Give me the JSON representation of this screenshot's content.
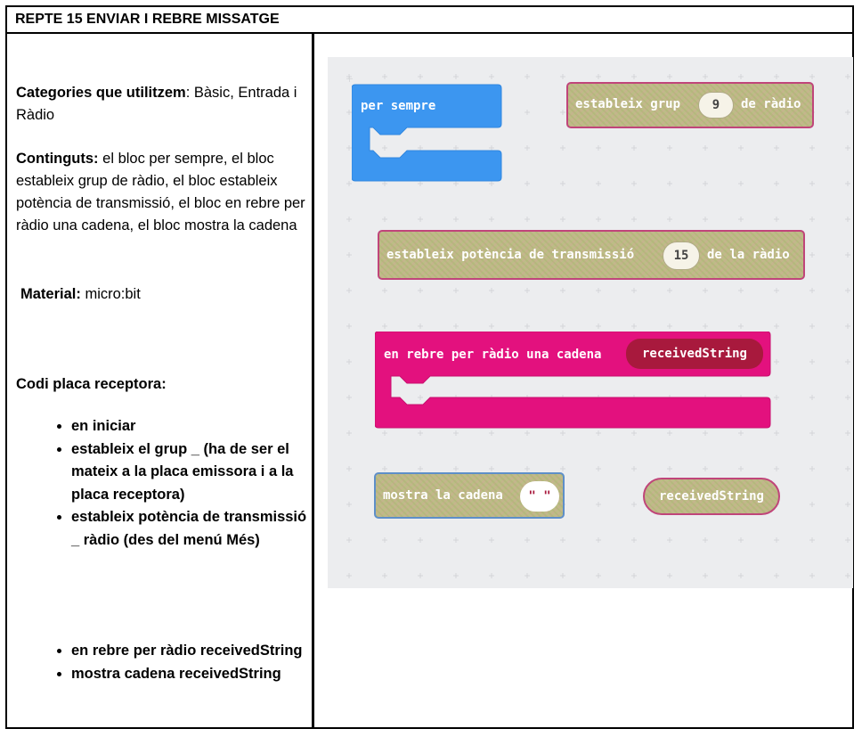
{
  "title": "REPTE 15 ENVIAR I REBRE MISSATGE",
  "left": {
    "categories_label": "Categories que utilitzem",
    "categories_text": ": Bàsic, Entrada i Ràdio",
    "contents_label": "Continguts:",
    "contents_text": "  el bloc per sempre, el bloc estableix grup de ràdio, el bloc estableix potència de transmissió, el bloc en rebre per ràdio una cadena, el bloc mostra la cadena",
    "material_label": "Material:",
    "material_text": " micro:bit",
    "code_heading": "Codi placa receptora:",
    "steps_1": [
      "en iniciar",
      "estableix el grup _ (ha de ser el mateix a la placa emissora i a la placa receptora)",
      "estableix potència de transmissió _ ràdio (des del menú Més)"
    ],
    "steps_2": [
      "en rebre per ràdio receivedString",
      "mostra cadena receivedString"
    ]
  },
  "blocks": {
    "forever": {
      "label": "per sempre",
      "color": "#3c96f0"
    },
    "set_group": {
      "label": "estableix grup",
      "value": "9",
      "suffix": "de ràdio"
    },
    "set_power": {
      "label": "estableix potència de transmissió",
      "value": "15",
      "suffix": "de la ràdio"
    },
    "on_received": {
      "label": "en rebre per ràdio una cadena",
      "param": "receivedString",
      "color": "#e3117e",
      "param_color": "#a8193d"
    },
    "show_string": {
      "label": "mostra la cadena",
      "value": "\" \""
    },
    "variable": {
      "label": "receivedString"
    }
  },
  "colors": {
    "radio_block": "#bdbc86",
    "radio_border": "#c0457a",
    "canvas_bg": "#ecedef"
  }
}
